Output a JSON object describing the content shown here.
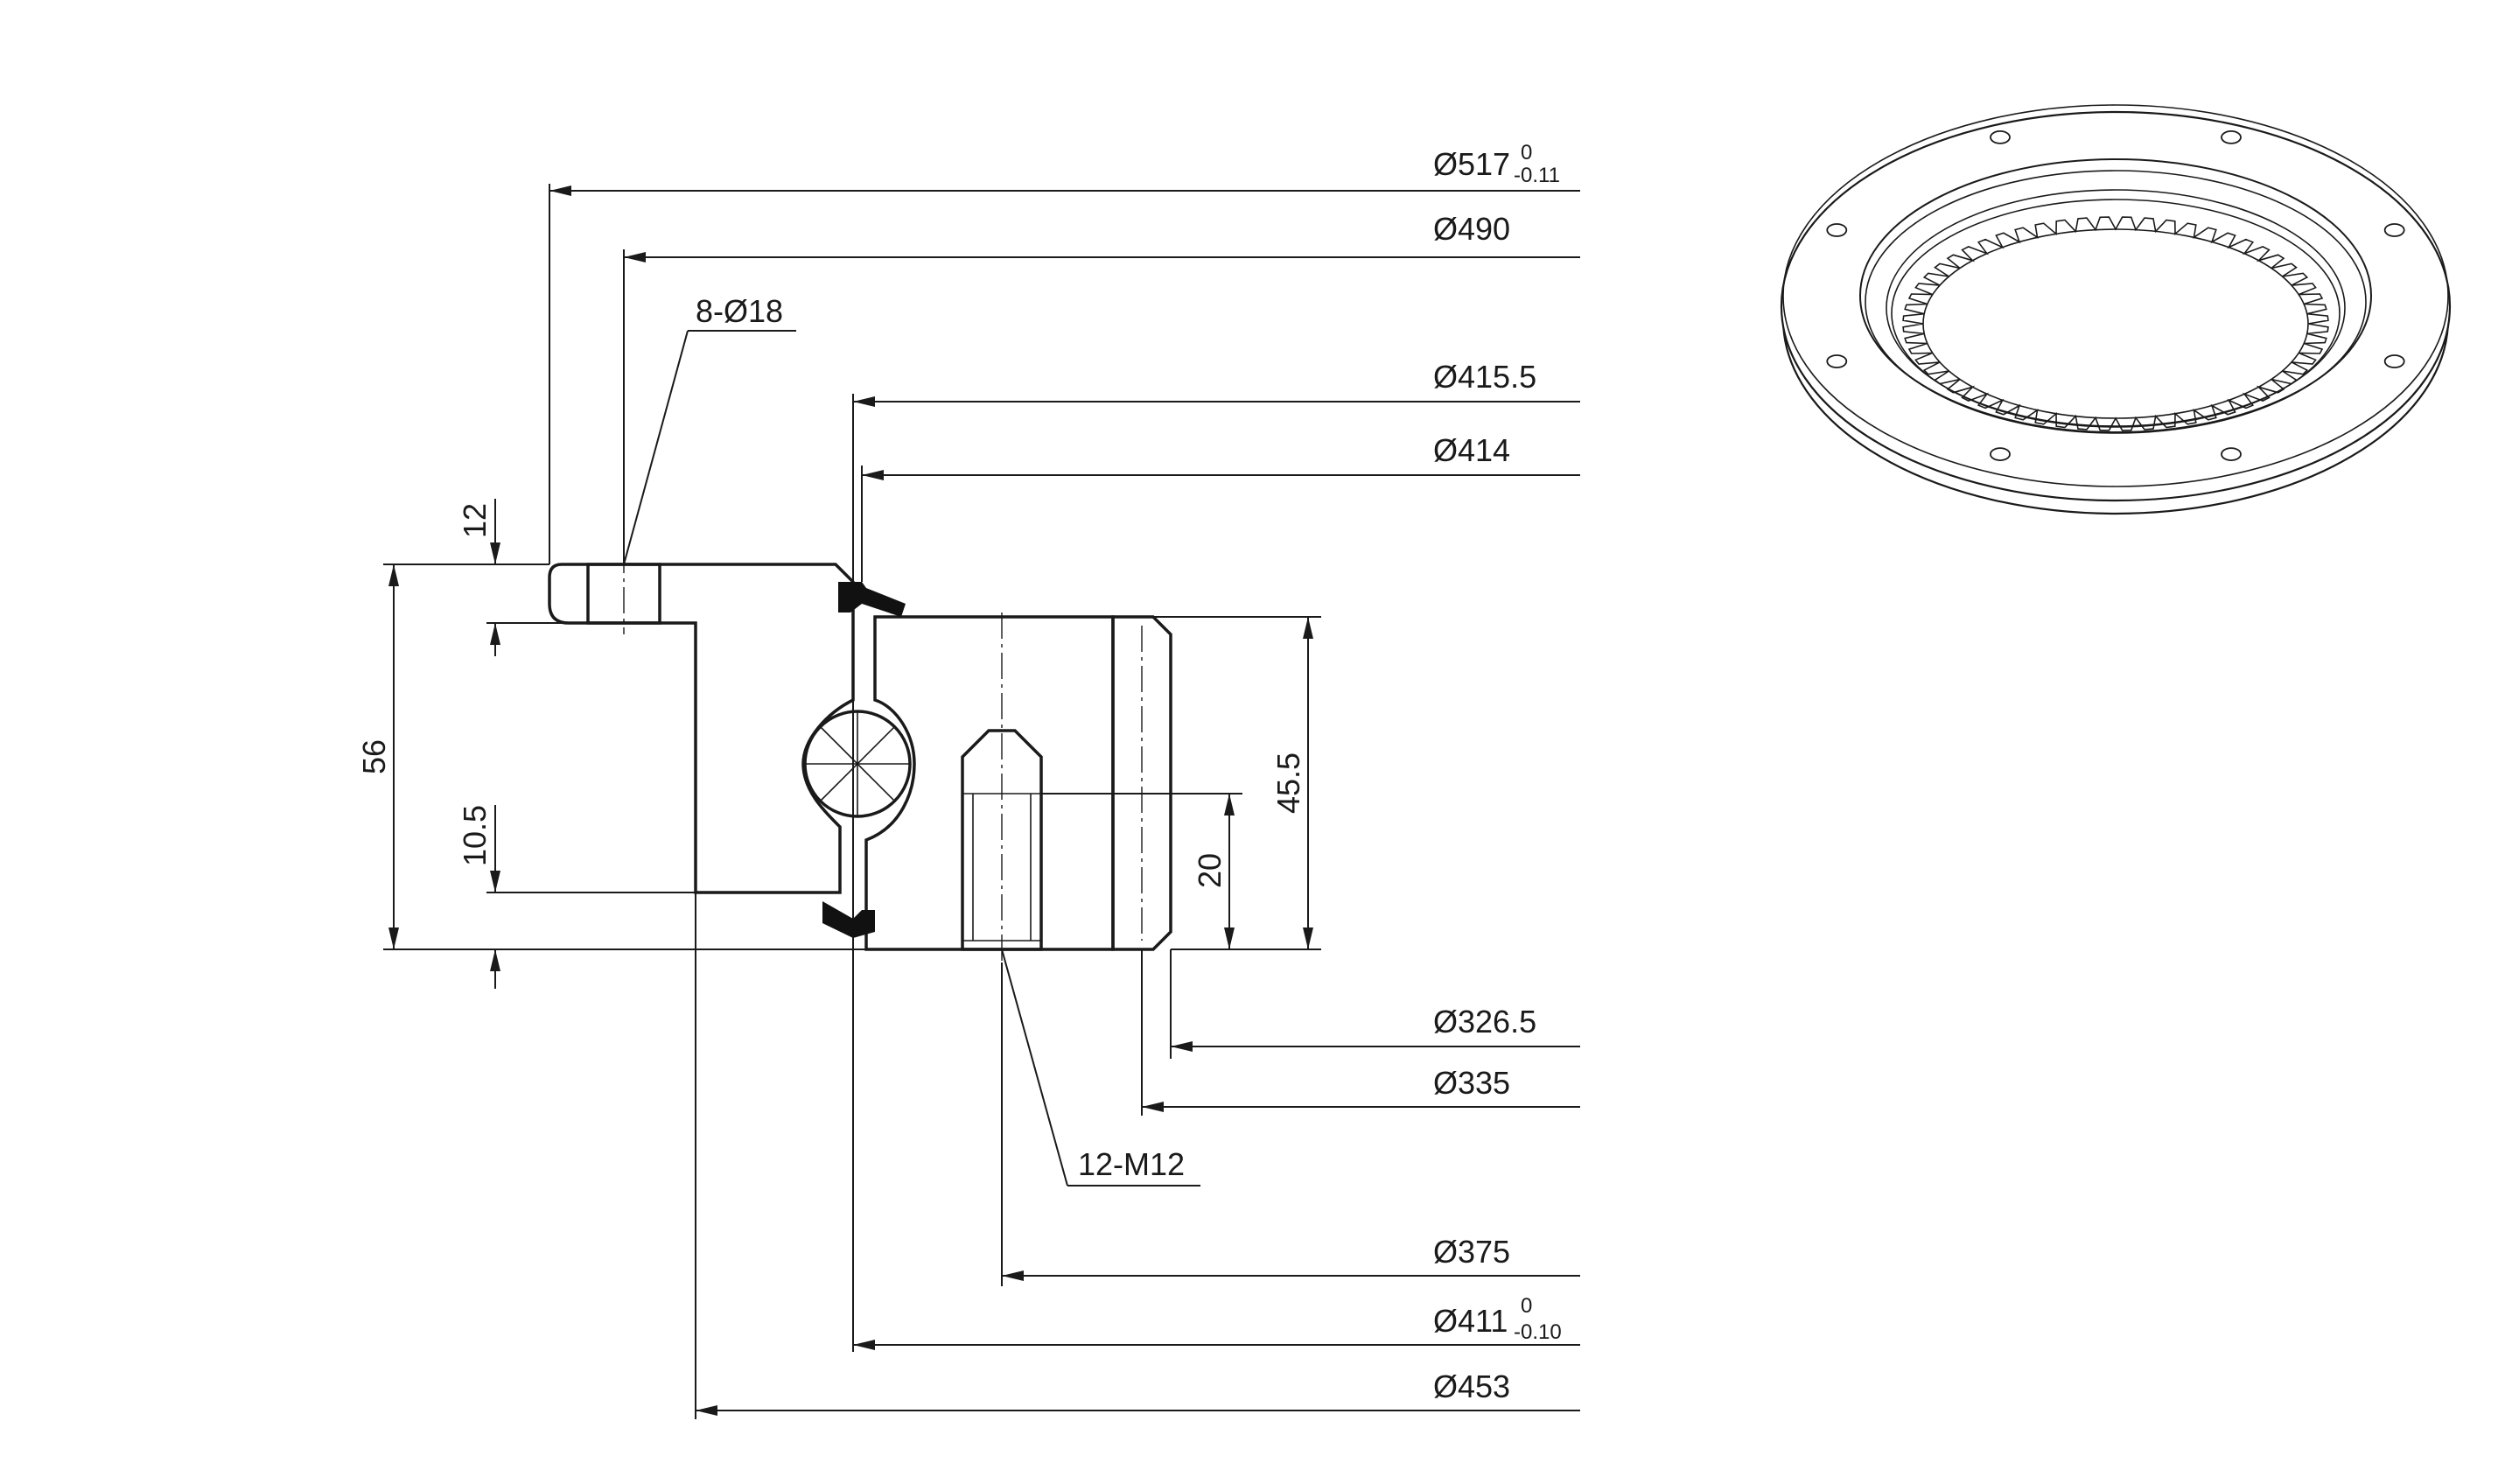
{
  "dimensions": {
    "d517": "Ø517",
    "d517_tol_upper": "0",
    "d517_tol_lower": "-0.11",
    "d490": "Ø490",
    "holes": "8-Ø18",
    "d415_5": "Ø415.5",
    "d414": "Ø414",
    "h12": "12",
    "h56": "56",
    "h10_5": "10.5",
    "h45_5": "45.5",
    "h20": "20",
    "d326_5": "Ø326.5",
    "d335": "Ø335",
    "thread": "12-M12",
    "d375": "Ø375",
    "d411": "Ø411",
    "d411_tol_upper": "0",
    "d411_tol_lower": "-0.10",
    "d453": "Ø453"
  },
  "colors": {
    "line": "#1a1a1a",
    "seal": "#111111",
    "background": "#ffffff"
  },
  "gear_teeth": 60,
  "bolt_holes": 8
}
